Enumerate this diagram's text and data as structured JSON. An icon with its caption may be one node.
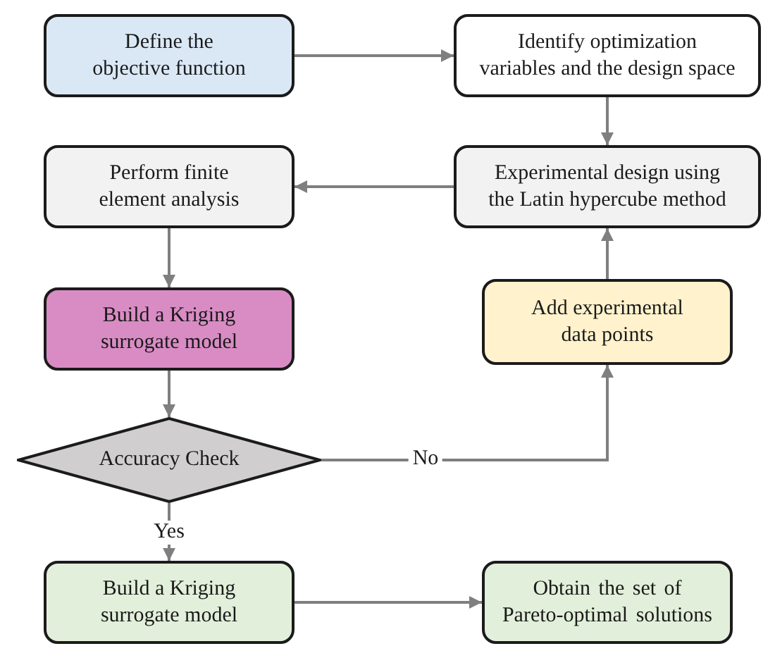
{
  "diagram": {
    "nodes": [
      {
        "text": [
          "Define the objective function"
        ]
      },
      {
        "text": [
          "Identify optimization variables and the design space"
        ]
      },
      {
        "text": [
          "Perform finite element analysis"
        ]
      },
      {
        "text": [
          "Experimental design using the Latin hypercube method"
        ]
      },
      {
        "text": [
          "Build a Kriging surrogate model"
        ]
      },
      {
        "text": [
          "Add experimental data points"
        ]
      },
      {
        "text": [
          "Accuracy Check"
        ]
      },
      {
        "text": [
          "Build a Kriging surrogate model"
        ]
      },
      {
        "text": [
          "Obtain the set of Pareto-optimal solutions"
        ]
      }
    ],
    "edges": [
      {
        "from": 0,
        "to": 1,
        "arrow": "to"
      },
      {
        "from": 1,
        "to": 3,
        "arrow": "to"
      },
      {
        "from": 3,
        "to": 2,
        "arrow": "to"
      },
      {
        "from": 2,
        "to": 4,
        "arrow": "to"
      },
      {
        "from": 4,
        "to": 6,
        "arrow": "to"
      },
      {
        "from": 6,
        "to": 5,
        "arrow": "to",
        "label": "No"
      },
      {
        "from": 5,
        "to": 3,
        "arrow": "to"
      },
      {
        "from": 6,
        "to": 7,
        "arrow": "to",
        "label": "Yes"
      },
      {
        "from": 7,
        "to": 8,
        "arrow": "to"
      }
    ]
  }
}
